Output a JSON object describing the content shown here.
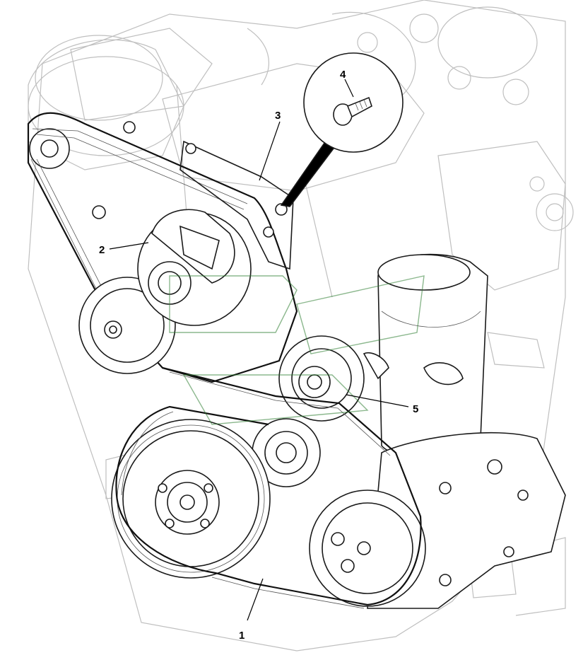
{
  "callouts": {
    "c1": "1",
    "c2": "2",
    "c3": "3",
    "c4": "4",
    "c5": "5"
  },
  "colors": {
    "outline": "#1a1a1a",
    "background_parts": "#bfbfbf",
    "watermark": "#2e7d32"
  }
}
